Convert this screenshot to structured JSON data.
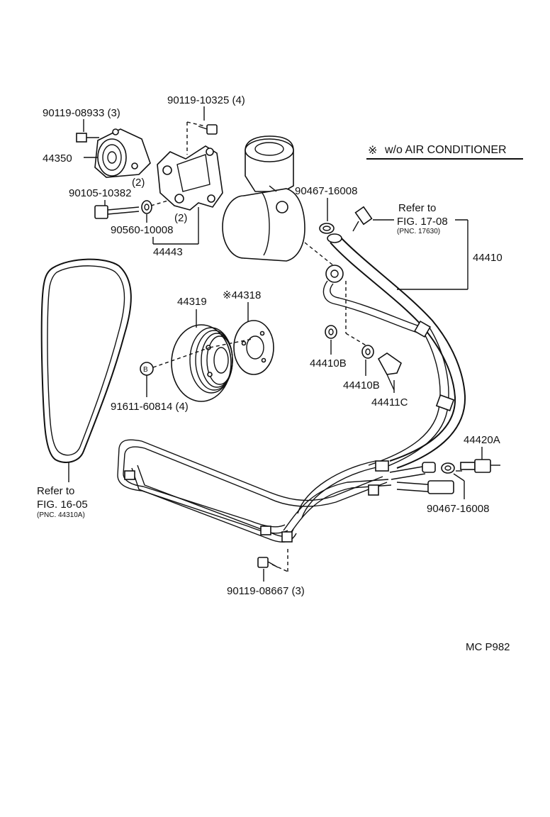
{
  "header": {
    "note_text": "w/o AIR CONDITIONER",
    "note_symbol": "※"
  },
  "labels": {
    "p90119_08933": "90119-08933 (3)",
    "p44350": "44350",
    "p2a": "(2)",
    "p90105_10382": "90105-10382",
    "p2b": "(2)",
    "p90560_10008": "90560-10008",
    "p44443": "44443",
    "p90119_10325": "90119-10325 (4)",
    "p90467_16008_top": "90467-16008",
    "refer_to_top": "Refer to",
    "fig_17_08": "FIG. 17-08",
    "pnc_17630": "(PNC. 17630)",
    "p44410": "44410",
    "p44319": "44319",
    "p44318": "※44318",
    "p44410b_a": "44410B",
    "p44410b_b": "44410B",
    "p44411c": "44411C",
    "p91611_60814": "91611-60814 (4)",
    "b_mark": "B",
    "p44420a": "44420A",
    "p90467_16008_bot": "90467-16008",
    "refer_to_bot": "Refer to",
    "fig_16_05": "FIG. 16-05",
    "pnc_44310a": "(PNC. 44310A)",
    "p90119_08667": "90119-08667 (3)",
    "page_code": "MC P982"
  }
}
